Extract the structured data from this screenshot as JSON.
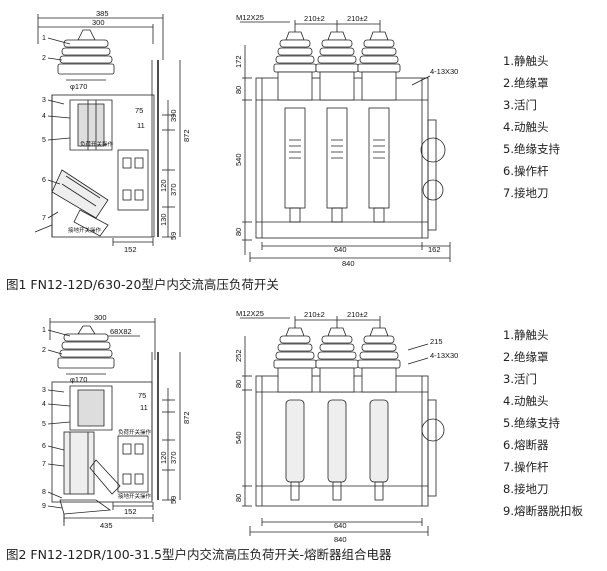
{
  "figure1": {
    "caption": "图1 FN12-12D/630-20型户内交流高压负荷开关",
    "legend": [
      "1.静触头",
      "2.绝缘罩",
      "3.活门",
      "4.动触头",
      "5.绝缘支持",
      "6.操作杆",
      "7.接地刀"
    ],
    "side_view": {
      "dims": [
        "385",
        "300",
        "φ170",
        "75",
        "11",
        "390",
        "872",
        "120",
        "370",
        "130",
        "59",
        "152"
      ],
      "part_numbers": [
        "1",
        "2",
        "3",
        "4",
        "5",
        "6",
        "7"
      ],
      "panel_text": [
        "负荷开关操作",
        "接地开关操作"
      ]
    },
    "front_view": {
      "dims": [
        "M12X25",
        "210±2",
        "210±2",
        "172",
        "80",
        "540",
        "80",
        "4-13X30",
        "640",
        "162",
        "840"
      ]
    }
  },
  "figure2": {
    "caption": "图2 FN12-12DR/100-31.5型户内交流高压负荷开关-熔断器组合电器",
    "legend": [
      "1.静触头",
      "2.绝缘罩",
      "3.活门",
      "4.动触头",
      "5.绝缘支持",
      "6.熔断器",
      "7.操作杆",
      "8.接地刀",
      "9.熔断器脱扣板"
    ],
    "side_view": {
      "dims": [
        "300",
        "68X82",
        "φ170",
        "75",
        "11",
        "872",
        "120",
        "370",
        "59",
        "152",
        "435"
      ],
      "part_numbers": [
        "1",
        "2",
        "3",
        "4",
        "5",
        "6",
        "7",
        "8",
        "9"
      ],
      "panel_text": [
        "负荷开关操作",
        "接地开关操作"
      ]
    },
    "front_view": {
      "dims": [
        "M12X25",
        "210±2",
        "210±2",
        "252",
        "80",
        "215",
        "4-13X30",
        "540",
        "80",
        "640",
        "840"
      ]
    }
  }
}
